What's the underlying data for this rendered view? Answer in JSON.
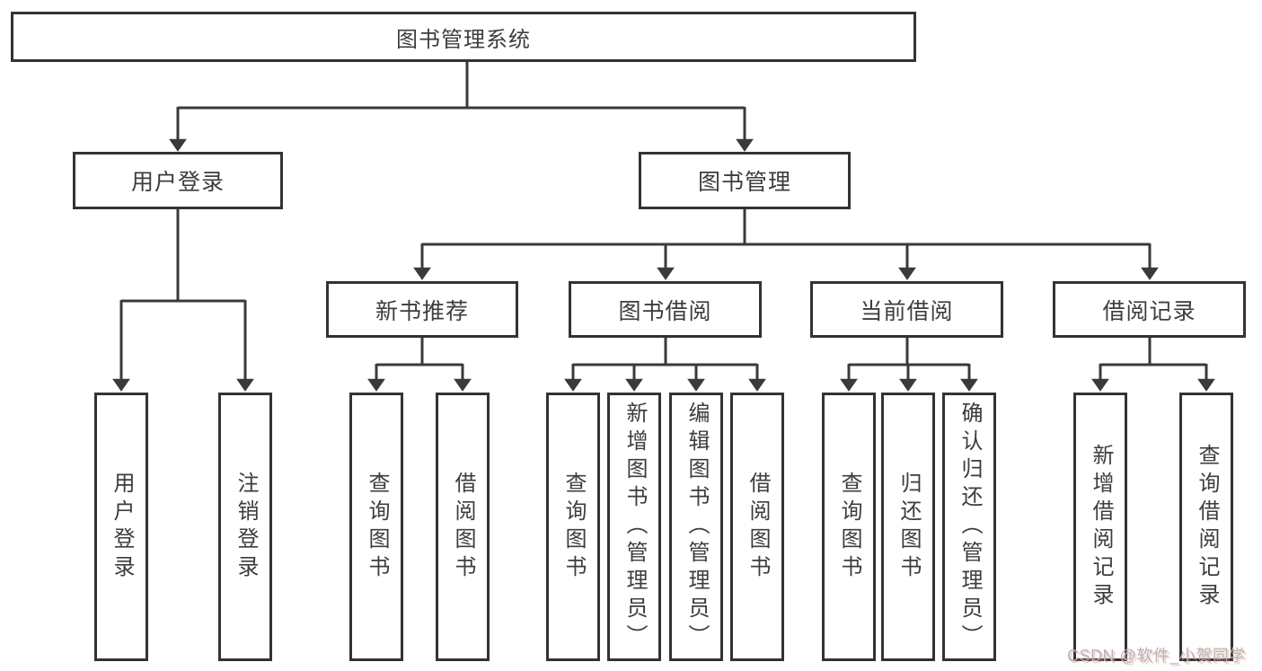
{
  "diagram": {
    "title": "图书管理系统",
    "branches": {
      "user_login": {
        "label": "用户登录",
        "children": {
          "login": "用户登录",
          "logout": "注销登录"
        }
      },
      "book_management": {
        "label": "图书管理",
        "sections": {
          "new_book": {
            "label": "新书推荐",
            "children": {
              "query_book": "查询图书",
              "borrow_book": "借阅图书"
            }
          },
          "book_borrow": {
            "label": "图书借阅",
            "children": {
              "query_book": "查询图书",
              "add_book": "新增图书（管理员）",
              "edit_book": "编辑图书（管理员）",
              "borrow_book": "借阅图书"
            }
          },
          "current_borrow": {
            "label": "当前借阅",
            "children": {
              "query_book": "查询图书",
              "return_book": "归还图书",
              "confirm_return": "确认归还（管理员）"
            }
          },
          "borrow_record": {
            "label": "借阅记录",
            "children": {
              "add_record": "新增借阅记录",
              "query_record": "查询借阅记录"
            }
          }
        }
      }
    },
    "watermark": "CSDN @软件_小贺同学"
  },
  "colors": {
    "line": "#3a3a3a",
    "box_border": "#333333",
    "text": "#3d3d3d",
    "background": "#ffffff",
    "watermark_text": "#b5b5b5",
    "watermark_shadow": "#ef8e8e"
  }
}
